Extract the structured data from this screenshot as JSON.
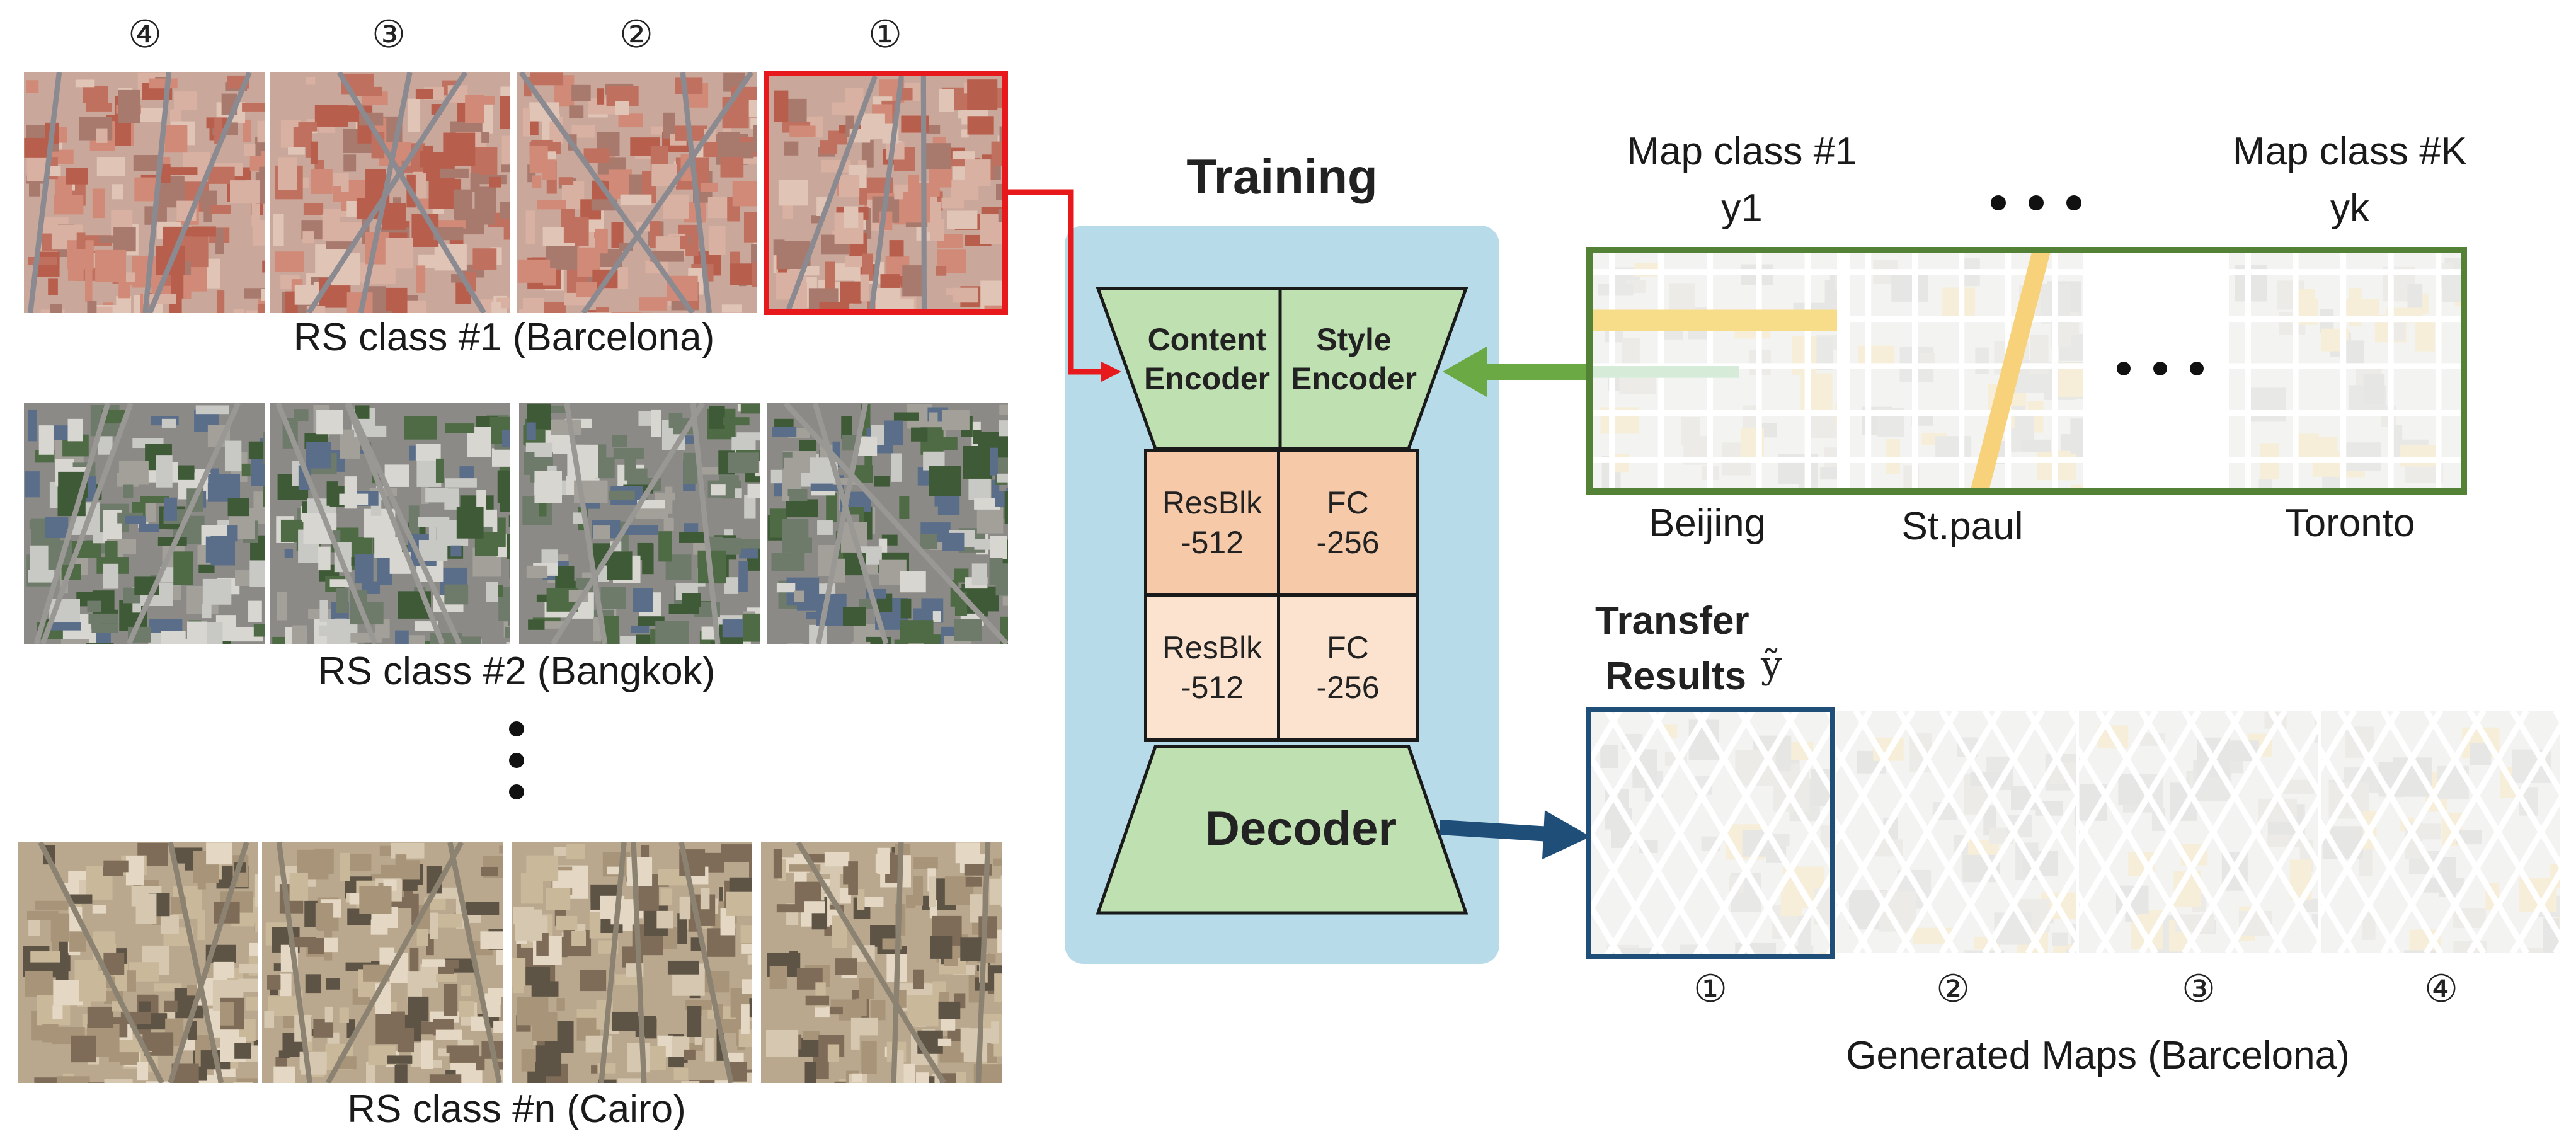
{
  "figure": {
    "circled_labels": [
      "④",
      "③",
      "②",
      "①"
    ],
    "rs_classes": [
      {
        "caption": "RS class #1 (Barcelona)",
        "palette": "barcelona"
      },
      {
        "caption": "RS class #2 (Bangkok)",
        "palette": "bangkok"
      },
      {
        "caption": "RS class #n (Cairo)",
        "palette": "cairo"
      }
    ],
    "ellipsis_vertical": "•\n•\n•"
  },
  "training": {
    "title": "Training",
    "content_encoder": "Content\nEncoder",
    "style_encoder": "Style\nEncoder",
    "blocks": [
      {
        "left": "ResBlk\n-512",
        "right": "FC\n-256"
      },
      {
        "left": "ResBlk\n-512",
        "right": "FC\n-256"
      }
    ],
    "decoder": "Decoder",
    "colors": {
      "panel": "#b7dbe8",
      "encoder": "#bfe0b1",
      "block_dark": "#f6c9a9",
      "block_light": "#fbe3cf",
      "red_arrow": "#e8191d",
      "green_arrow": "#6aa944",
      "blue_arrow": "#1f4e79"
    }
  },
  "map_classes": {
    "class_first": "Map class #1",
    "y_first": "y1",
    "dots_top": "• • •",
    "class_last": "Map class #K",
    "y_last": "yk",
    "dots_mid": "• • •",
    "cities": [
      "Beijing",
      "St.paul",
      "Toronto"
    ],
    "border_color": "#538135"
  },
  "transfer": {
    "title_line1": "Transfer",
    "title_line2": "Results",
    "symbol": "ỹ",
    "labels": [
      "①",
      "②",
      "③",
      "④"
    ],
    "caption": "Generated Maps (Barcelona)",
    "highlight_color": "#1f4e79"
  }
}
